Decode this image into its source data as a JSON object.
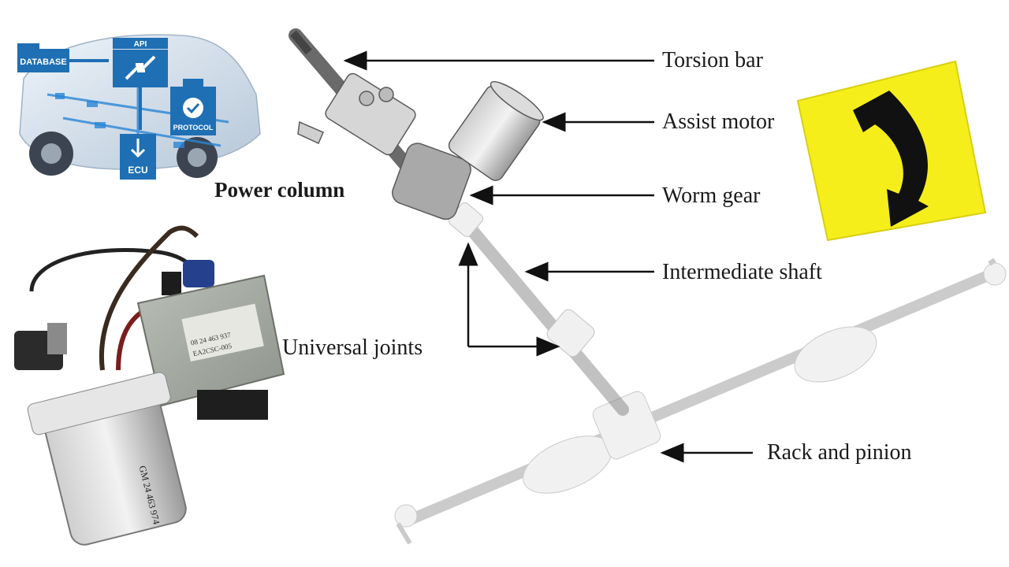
{
  "labels": {
    "torsion_bar": "Torsion bar",
    "assist_motor": "Assist motor",
    "worm_gear": "Worm gear",
    "intermediate_shaft": "Intermediate shaft",
    "universal_joints": "Universal joints",
    "rack_and_pinion": "Rack and pinion",
    "power_column": "Power column"
  },
  "inset_car": {
    "database": "DATABASE",
    "api": "API",
    "protocol": "PROTOCOL",
    "ecu": "ECU"
  },
  "ecu_unit": {
    "label_line1": "08 24 463 937",
    "label_line2": "EA2CSC-005",
    "motor_label": "GM 24 463 974"
  },
  "sign": {
    "icon": "curve-right-warning-icon",
    "background_color": "#f6ee1a"
  },
  "colors": {
    "label_text": "#1a1a1a",
    "arrow": "#111111",
    "inset_blue": "#1f6fb4"
  }
}
